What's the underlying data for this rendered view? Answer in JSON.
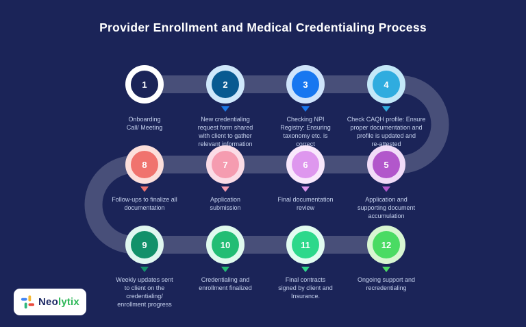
{
  "title": "Provider Enrollment and Medical Credentialing Process",
  "theme": {
    "background": "#1b2458",
    "band_color": "rgba(255,255,255,0.20)",
    "title_color": "#ffffff",
    "label_color": "#c6d2ee"
  },
  "steps": [
    {
      "number": "1",
      "label": "Onboarding\nCall/ Meeting",
      "ring_color": "#ffffff",
      "fill_color": "#1b2458",
      "pointer_color": "#1b2458"
    },
    {
      "number": "2",
      "label": "New credentialing\nrequest form shared\nwith client to gather\nrelevant information",
      "ring_color": "#cfe8fb",
      "fill_color": "#085a91",
      "pointer_color": "#1b79e8"
    },
    {
      "number": "3",
      "label": "Checking NPI\nRegistry:  Ensuring\ntaxonomy etc. is\ncorrect",
      "ring_color": "#cfe4fb",
      "fill_color": "#1777f0",
      "pointer_color": "#1777f0"
    },
    {
      "number": "4",
      "label": "Check CAQH profile: Ensure\nproper documentation and\nprofile is updated and\nre-attested",
      "ring_color": "#c3e8f8",
      "fill_color": "#2facdf",
      "pointer_color": "#2facdf"
    },
    {
      "number": "5",
      "label": "Application and\nsupporting document\naccumulation",
      "ring_color": "#f1dcf8",
      "fill_color": "#b257cb",
      "pointer_color": "#b257cb"
    },
    {
      "number": "6",
      "label": "Final documentation\nreview",
      "ring_color": "#f9e8fc",
      "fill_color": "#de97ee",
      "pointer_color": "#de97ee"
    },
    {
      "number": "7",
      "label": "Application\nsubmission",
      "ring_color": "#fbdce6",
      "fill_color": "#f59cb0",
      "pointer_color": "#f59cb0"
    },
    {
      "number": "8",
      "label": "Follow-ups to finalize all\ndocumentation",
      "ring_color": "#fcdfdb",
      "fill_color": "#f0736e",
      "pointer_color": "#f0736e"
    },
    {
      "number": "9",
      "label": "Weekly updates sent\nto client on the\ncredentialing/\nenrollment progress",
      "ring_color": "#e0f7f0",
      "fill_color": "#12916a",
      "pointer_color": "#12916a"
    },
    {
      "number": "10",
      "label": "Credentialing and\nenrollment finalized",
      "ring_color": "#e0faee",
      "fill_color": "#22bd74",
      "pointer_color": "#22bd74"
    },
    {
      "number": "11",
      "label": "Final contracts\nsigned by client and\nInsurance.",
      "ring_color": "#e2fcf1",
      "fill_color": "#2dd88b",
      "pointer_color": "#2dd88b"
    },
    {
      "number": "12",
      "label": "Ongoing support and\nrecredentialing",
      "ring_color": "#d8f6d2",
      "fill_color": "#4adb63",
      "pointer_color": "#4adb63"
    }
  ],
  "logo": {
    "brand_prefix": "Neo",
    "brand_suffix": "lytix",
    "prefix_color": "#1e2a66",
    "suffix_color": "#2eb858",
    "icon_colors": {
      "blue": "#4285f4",
      "yellow": "#f5b833",
      "red": "#ea4a3d",
      "green": "#2eb67d"
    }
  }
}
